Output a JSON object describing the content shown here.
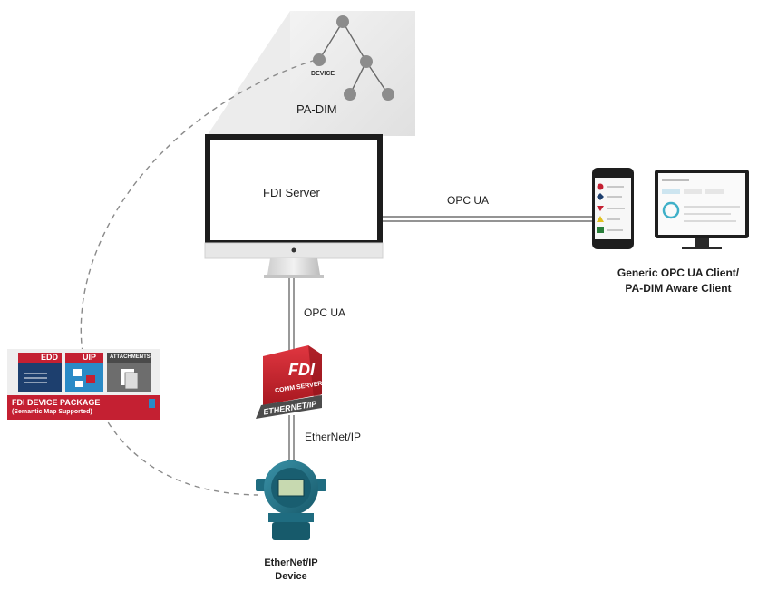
{
  "padim": {
    "label": "PA-DIM",
    "device_node_label": "DEVICE"
  },
  "fdi_server": {
    "label": "FDI Server"
  },
  "links": {
    "server_to_client": "OPC UA",
    "server_to_comm": "OPC UA",
    "comm_to_device": "EtherNet/IP"
  },
  "client": {
    "label_line1": "Generic OPC UA Client/",
    "label_line2": "PA-DIM Aware Client"
  },
  "comm_server": {
    "brand": "FDI",
    "subtitle": "COMM SERVER",
    "protocol": "ETHERNET/IP"
  },
  "device": {
    "label_line1": "EtherNet/IP",
    "label_line2": "Device"
  },
  "package": {
    "tiles": [
      "EDD",
      "UIP",
      "ATTACHMENTS"
    ],
    "title": "FDI DEVICE PACKAGE",
    "subtitle": "(Semantic Map Supported)"
  },
  "colors": {
    "package_red": "#c42032",
    "edd_blue": "#1d3f6e",
    "uip_blue": "#2a8ac6",
    "attach_gray": "#6d6d6d",
    "comm_red": "#c8242d",
    "device_teal": "#1f6c80",
    "monitor_frame": "#1c1c1c"
  },
  "icons": [
    "tree-hierarchy-icon",
    "smartphone-icon",
    "desktop-monitor-icon",
    "transmitter-icon"
  ]
}
